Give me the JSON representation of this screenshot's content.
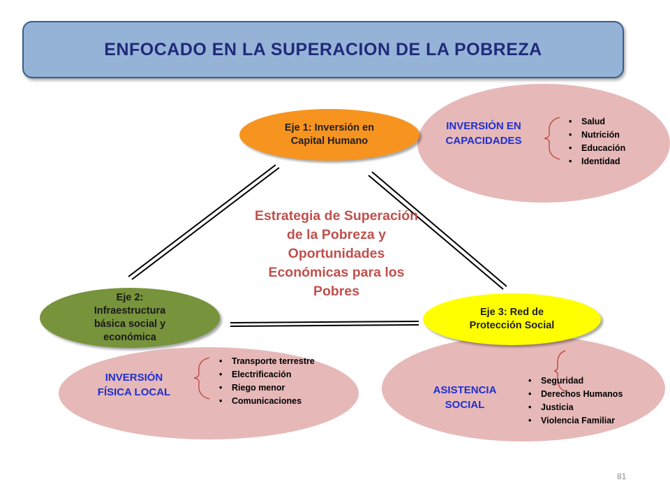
{
  "title": "ENFOCADO EN LA SUPERACION DE LA POBREZA",
  "center": {
    "line1": "Estrategia de Superación",
    "line2": "de la Pobreza y",
    "line3": "Oportunidades",
    "line4": "Económicas para los",
    "line5": "Pobres"
  },
  "eje1": {
    "line1": "Eje 1: Inversión en",
    "line2": "Capital Humano",
    "color": "#f79420"
  },
  "eje2": {
    "line1": "Eje 2:",
    "line2": "Infraestructura",
    "line3": "básica social y",
    "line4": "económica",
    "color": "#77933c"
  },
  "eje3": {
    "line1": "Eje 3: Red de",
    "line2": "Protección Social",
    "color": "#ffff00"
  },
  "capacidades": {
    "label_line1": "INVERSIÓN EN",
    "label_line2": "CAPACIDADES",
    "items": [
      "Salud",
      "Nutrición",
      "Educación",
      "Identidad"
    ]
  },
  "fisica": {
    "label_line1": "INVERSIÓN",
    "label_line2": "FÍSICA LOCAL",
    "items": [
      "Transporte terrestre",
      "Electrificación",
      "Riego menor",
      "Comunicaciones"
    ]
  },
  "asistencia": {
    "label_line1": "ASISTENCIA",
    "label_line2": "SOCIAL",
    "items": [
      "Seguridad",
      "Derechos Humanos",
      "Justicia",
      "Violencia Familiar"
    ]
  },
  "page_number": "81"
}
